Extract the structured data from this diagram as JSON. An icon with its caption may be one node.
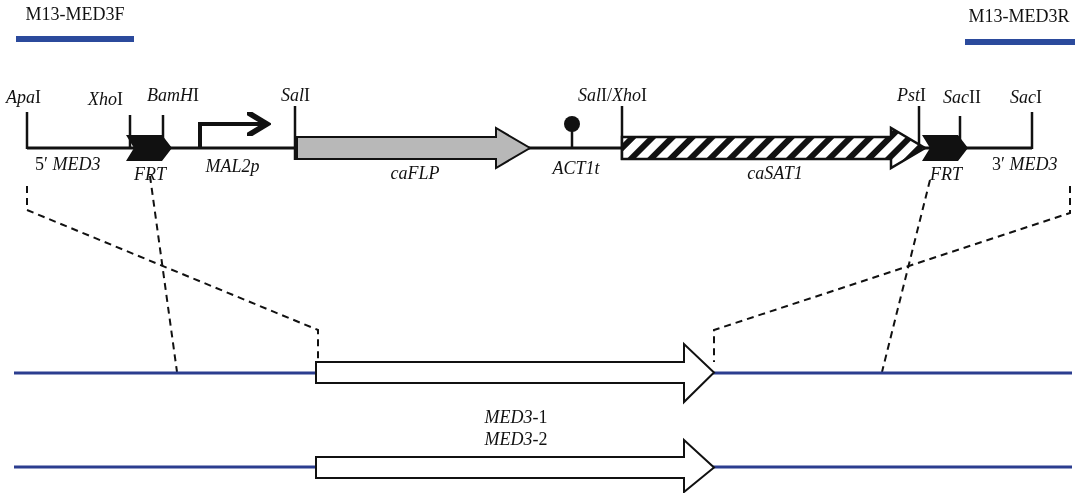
{
  "diagram": {
    "nodes": [
      {
        "text": [
          "M13-MED3F"
        ]
      },
      {
        "text": [
          "M13-MED3R"
        ]
      },
      {
        "text": [
          "FRT"
        ]
      },
      {
        "text": [
          "MAL2p"
        ]
      },
      {
        "text": [
          "caFLP"
        ]
      },
      {
        "text": [
          "ACT1t"
        ]
      },
      {
        "text": [
          "caSAT1"
        ]
      },
      {
        "text": [
          "FRT"
        ]
      },
      {
        "text": [
          "*MED3*-1"
        ]
      },
      {
        "text": [
          "*MED3*-2"
        ]
      }
    ],
    "edges": [],
    "labels": [
      "ApaI",
      "XhoI",
      "BamHI",
      "SalI",
      "SalI/XhoI",
      "PstI",
      "SacII",
      "SacI",
      "5′ *MED3*",
      "3′ *MED3*"
    ]
  }
}
